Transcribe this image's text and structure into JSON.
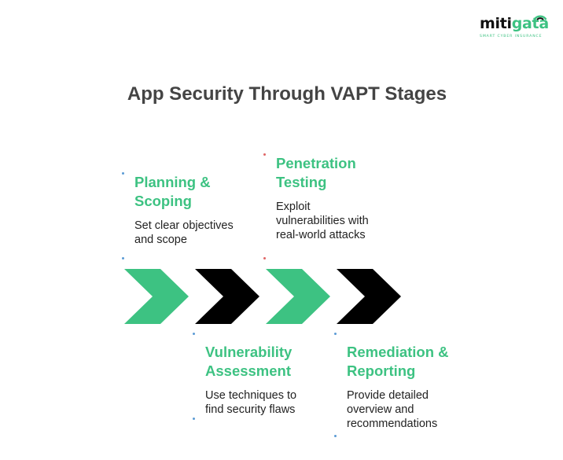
{
  "logo": {
    "word_part1": "miti",
    "word_part2": "gata",
    "tagline": "SMART CYBER INSURANCE",
    "colors": {
      "dark": "#111111",
      "green": "#3dc282"
    }
  },
  "title": "App Security Through VAPT Stages",
  "colors": {
    "green": "#3dc282",
    "black": "#000000",
    "dot_blue": "#5b9bd5",
    "dot_red": "#e06666"
  },
  "stages": [
    {
      "title": "Planning &\nScoping",
      "description": "Set clear objectives\nand scope",
      "chevron_color": "green",
      "label_position": "above"
    },
    {
      "title": "Vulnerability\nAssessment",
      "description": "Use techniques to\nfind security flaws",
      "chevron_color": "black",
      "label_position": "below"
    },
    {
      "title": "Penetration\nTesting",
      "description": "Exploit\nvulnerabilities with\nreal-world attacks",
      "chevron_color": "green",
      "label_position": "above"
    },
    {
      "title": "Remediation &\nReporting",
      "description": "Provide detailed\noverview and\nrecommendations",
      "chevron_color": "black",
      "label_position": "below"
    }
  ]
}
